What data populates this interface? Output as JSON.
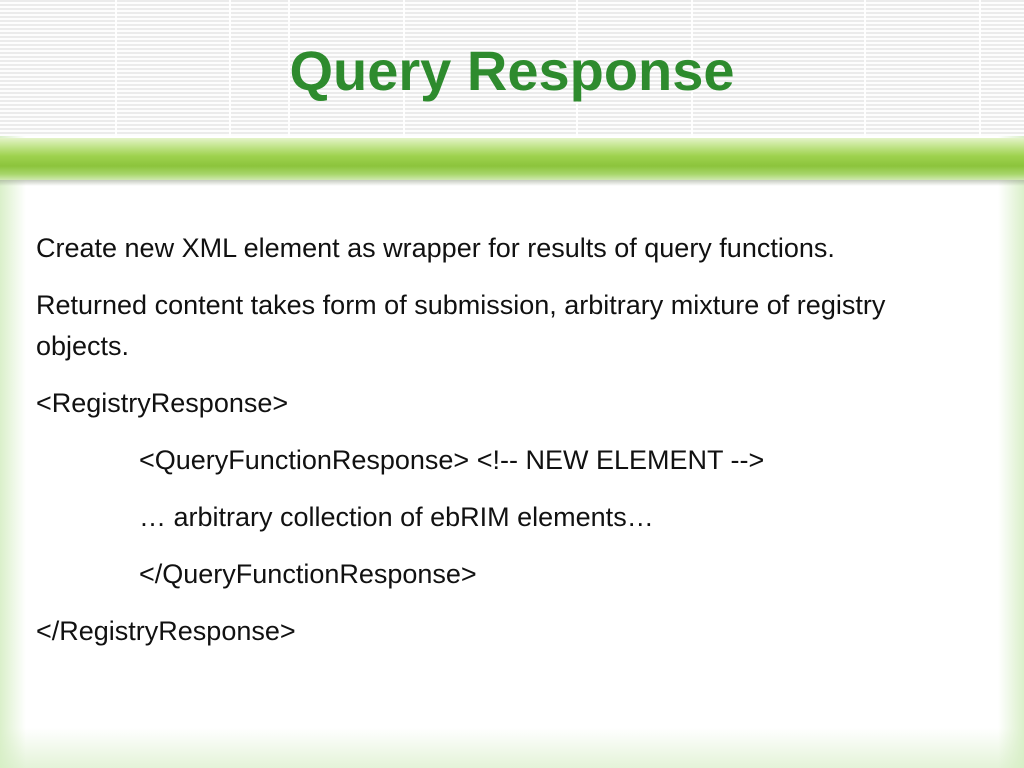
{
  "slide": {
    "title": "Query Response",
    "paragraphs": [
      "Create new XML element as wrapper for results of query functions.",
      "Returned content takes form of submission, arbitrary mixture of registry objects.",
      "<RegistryResponse>",
      "<QueryFunctionResponse> <!-- NEW ELEMENT -->",
      "… arbitrary collection of ebRIM elements…",
      "</QueryFunctionResponse>",
      "</RegistryResponse>"
    ]
  },
  "colors": {
    "title": "#2e8b2e",
    "band": "#8cc43c",
    "text": "#111111"
  }
}
